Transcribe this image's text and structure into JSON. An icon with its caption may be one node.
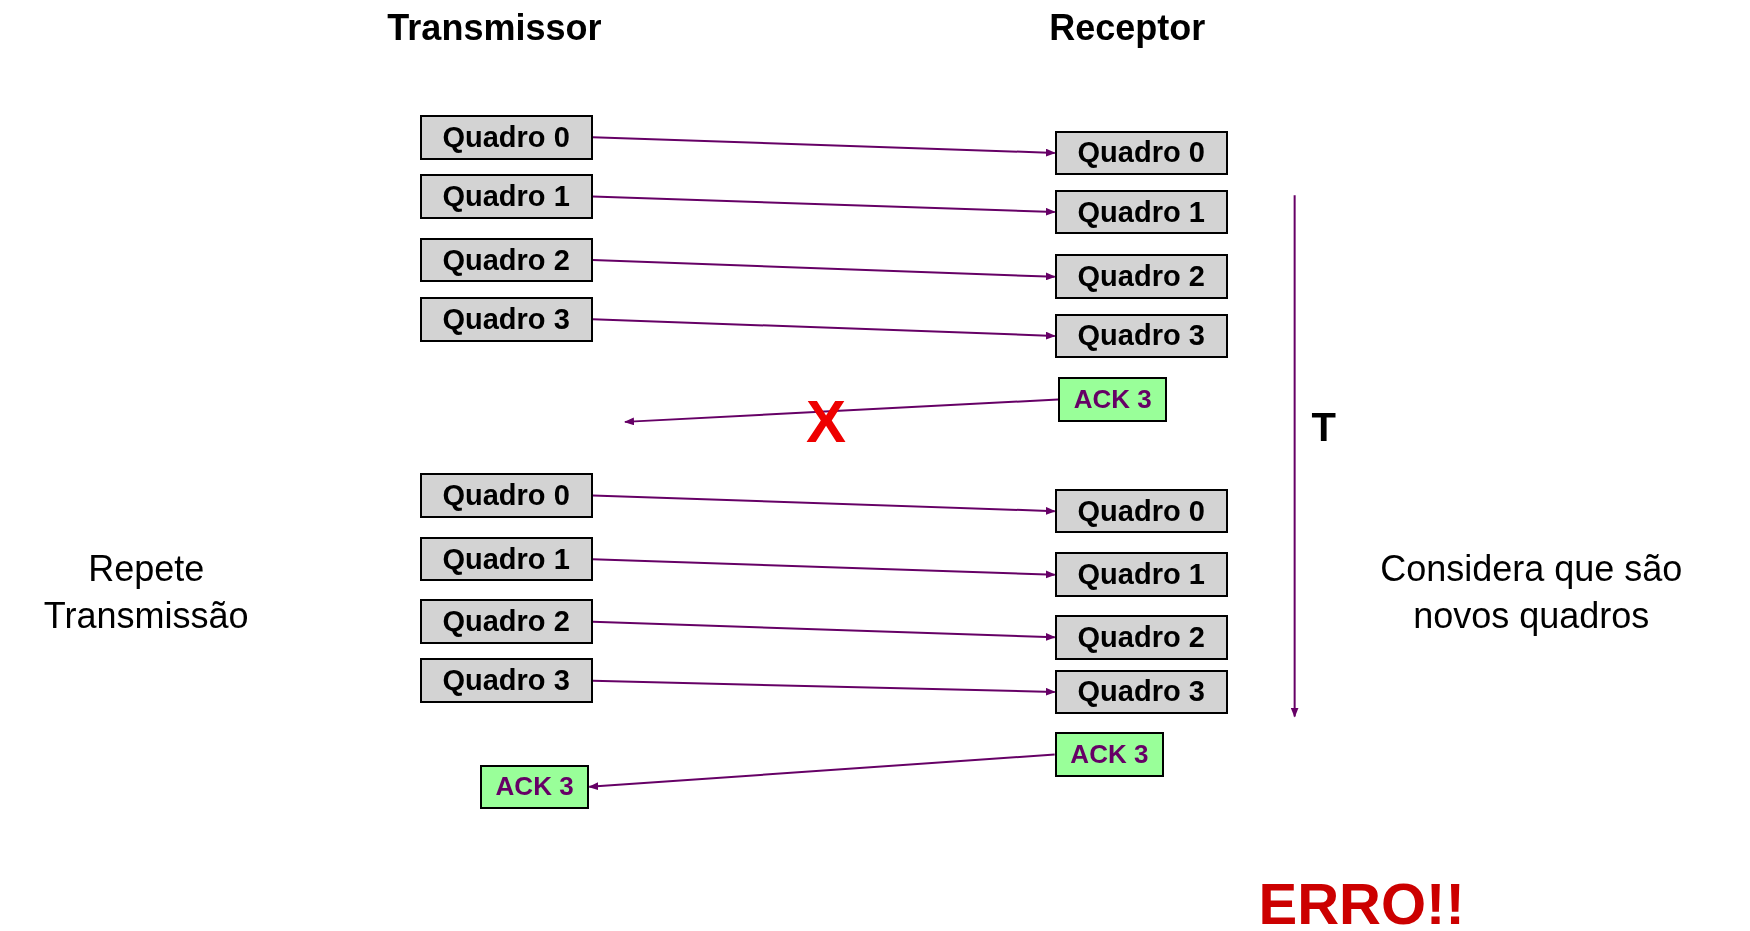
{
  "diagram": {
    "nodes": [
      {
        "text": [
          "Quadro 0"
        ]
      },
      {
        "text": [
          "Quadro 1"
        ]
      },
      {
        "text": [
          "Quadro 2"
        ]
      },
      {
        "text": [
          "Quadro 3"
        ]
      },
      {
        "text": [
          "Quadro 0"
        ]
      },
      {
        "text": [
          "Quadro 1"
        ]
      },
      {
        "text": [
          "Quadro 2"
        ]
      },
      {
        "text": [
          "Quadro 3"
        ]
      },
      {
        "text": [
          "ACK 3"
        ]
      },
      {
        "text": [
          "Quadro 0"
        ]
      },
      {
        "text": [
          "Quadro 1"
        ]
      },
      {
        "text": [
          "Quadro 2"
        ]
      },
      {
        "text": [
          "Quadro 3"
        ]
      },
      {
        "text": [
          "Quadro 0"
        ]
      },
      {
        "text": [
          "Quadro 1"
        ]
      },
      {
        "text": [
          "Quadro 2"
        ]
      },
      {
        "text": [
          "Quadro 3"
        ]
      },
      {
        "text": [
          "ACK 3"
        ]
      },
      {
        "text": [
          "ACK 3"
        ]
      }
    ],
    "edges": [
      {
        "from": 0,
        "to": 4,
        "arrow": "to"
      },
      {
        "from": 1,
        "to": 5,
        "arrow": "to"
      },
      {
        "from": 2,
        "to": 6,
        "arrow": "to"
      },
      {
        "from": 3,
        "to": 7,
        "arrow": "to"
      },
      {
        "from": 8,
        "to": null,
        "arrow": "to"
      },
      {
        "from": 9,
        "to": 13,
        "arrow": "to"
      },
      {
        "from": 10,
        "to": 14,
        "arrow": "to"
      },
      {
        "from": 11,
        "to": 15,
        "arrow": "to"
      },
      {
        "from": 12,
        "to": 16,
        "arrow": "to"
      },
      {
        "from": 17,
        "to": 18,
        "arrow": "to"
      }
    ],
    "labels": [
      "Transmissor",
      "Receptor",
      "X",
      "T",
      "Repete Transmissão",
      "Considera que são novos quadros",
      "ERRO!!"
    ]
  }
}
